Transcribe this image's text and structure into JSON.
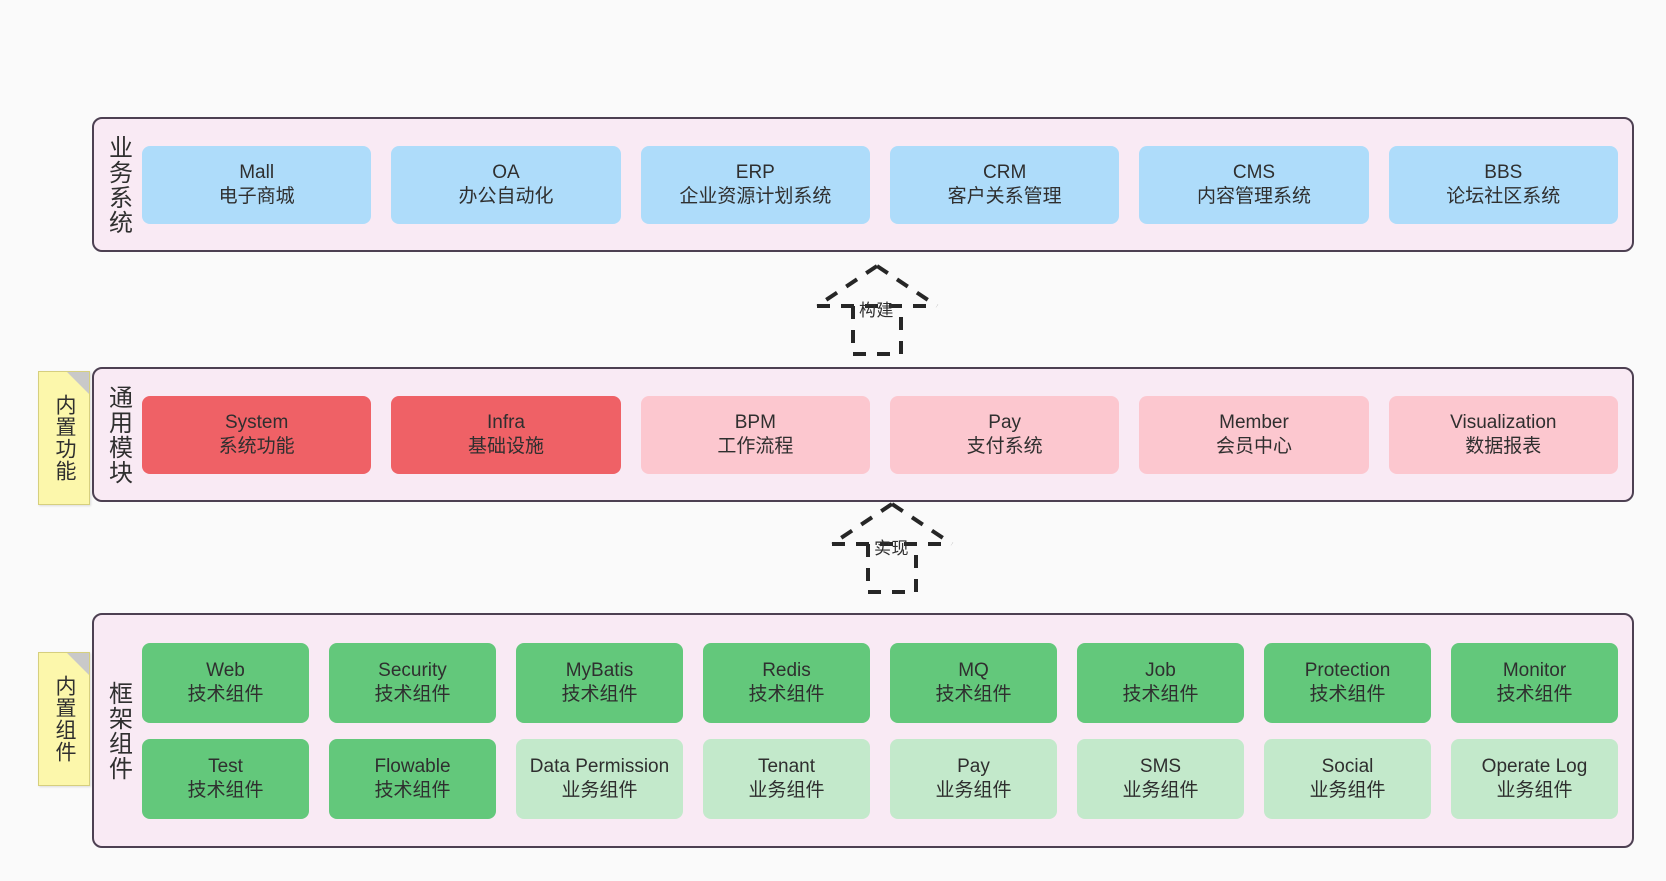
{
  "diagram": {
    "title": "",
    "background": "#fafafa",
    "palette": {
      "layer_fill": "#f9eaf4",
      "layer_border": "#4d4052",
      "business": "#aedcfa",
      "module_core": "#ef6166",
      "module_optional": "#fcc7cf",
      "component_tech": "#63c87b",
      "component_biz": "#c3e9cb",
      "note_fill": "#fcf7ab",
      "note_fold": "#c9c9c9"
    }
  },
  "layers": {
    "business": {
      "title": "业务系统",
      "nodes": [
        {
          "en": "Mall",
          "cn": "电子商城"
        },
        {
          "en": "OA",
          "cn": "办公自动化"
        },
        {
          "en": "ERP",
          "cn": "企业资源计划系统"
        },
        {
          "en": "CRM",
          "cn": "客户关系管理"
        },
        {
          "en": "CMS",
          "cn": "内容管理系统"
        },
        {
          "en": "BBS",
          "cn": "论坛社区系统"
        }
      ]
    },
    "modules": {
      "title": "通用模块",
      "note": "内置功能",
      "nodes": [
        {
          "en": "System",
          "cn": "系统功能",
          "kind": "core"
        },
        {
          "en": "Infra",
          "cn": "基础设施",
          "kind": "core"
        },
        {
          "en": "BPM",
          "cn": "工作流程",
          "kind": "optional"
        },
        {
          "en": "Pay",
          "cn": "支付系统",
          "kind": "optional"
        },
        {
          "en": "Member",
          "cn": "会员中心",
          "kind": "optional"
        },
        {
          "en": "Visualization",
          "cn": "数据报表",
          "kind": "optional"
        }
      ]
    },
    "framework": {
      "title": "框架组件",
      "note": "内置组件",
      "row1": [
        {
          "en": "Web",
          "cn": "技术组件"
        },
        {
          "en": "Security",
          "cn": "技术组件"
        },
        {
          "en": "MyBatis",
          "cn": "技术组件"
        },
        {
          "en": "Redis",
          "cn": "技术组件"
        },
        {
          "en": "MQ",
          "cn": "技术组件"
        },
        {
          "en": "Job",
          "cn": "技术组件"
        },
        {
          "en": "Protection",
          "cn": "技术组件"
        },
        {
          "en": "Monitor",
          "cn": "技术组件"
        }
      ],
      "row2": [
        {
          "en": "Test",
          "cn": "技术组件",
          "kind": "tech"
        },
        {
          "en": "Flowable",
          "cn": "技术组件",
          "kind": "tech"
        },
        {
          "en": "Data Permission",
          "cn": "业务组件",
          "kind": "biz"
        },
        {
          "en": "Tenant",
          "cn": "业务组件",
          "kind": "biz"
        },
        {
          "en": "Pay",
          "cn": "业务组件",
          "kind": "biz"
        },
        {
          "en": "SMS",
          "cn": "业务组件",
          "kind": "biz"
        },
        {
          "en": "Social",
          "cn": "业务组件",
          "kind": "biz"
        },
        {
          "en": "Operate Log",
          "cn": "业务组件",
          "kind": "biz"
        }
      ]
    }
  },
  "connectors": [
    {
      "label": "构建",
      "from": "modules",
      "to": "business"
    },
    {
      "label": "实现",
      "from": "framework",
      "to": "modules"
    }
  ]
}
